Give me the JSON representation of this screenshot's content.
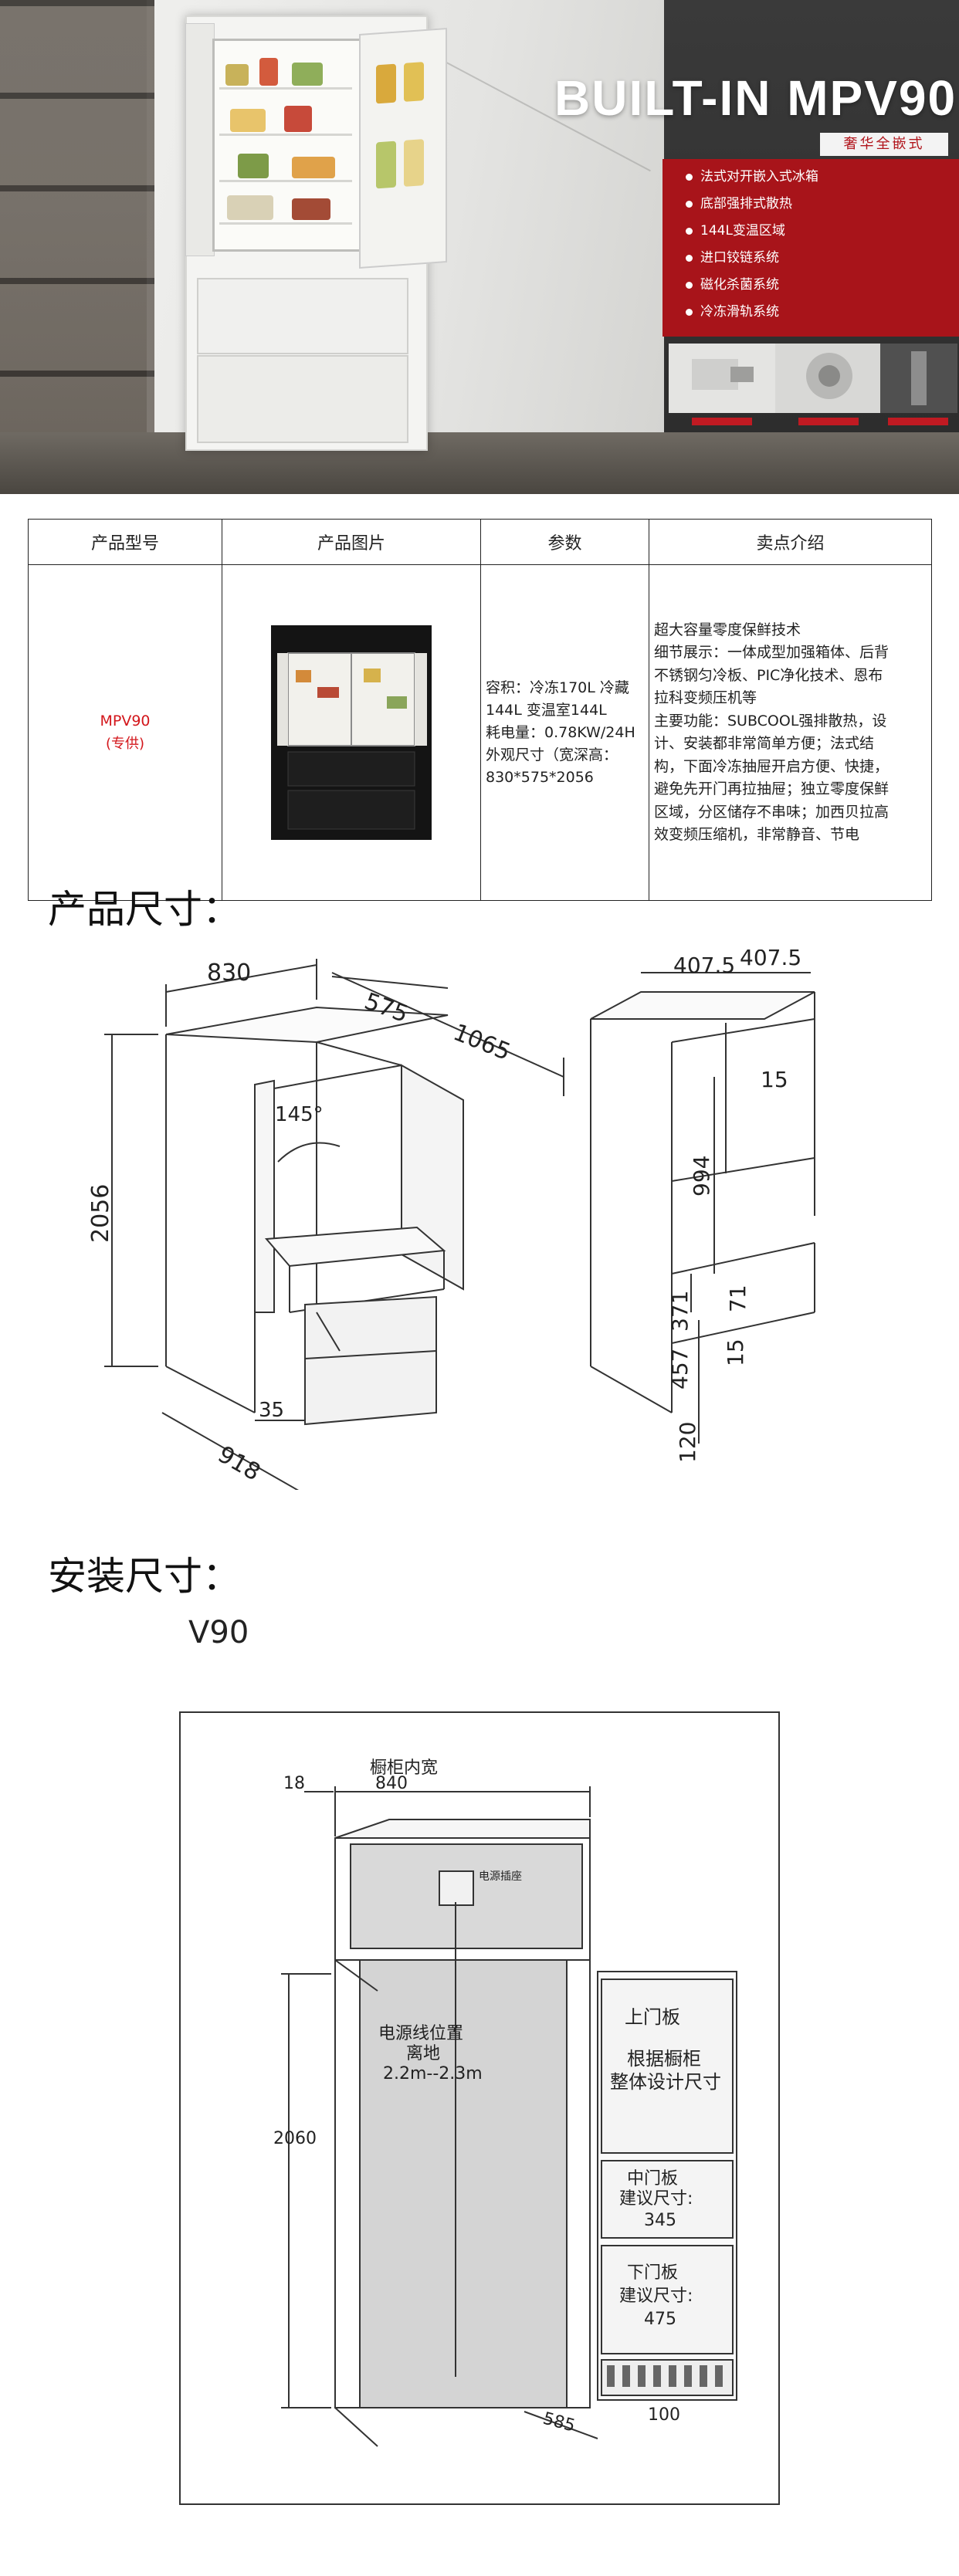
{
  "hero": {
    "title": "BUILT-IN MPV90",
    "badge": "奢华全嵌式",
    "features": [
      "法式对开嵌入式冰箱",
      "底部强排式散热",
      "144L变温区域",
      "进口铰链系统",
      "磁化杀菌系统",
      "冷冻滑轨系统"
    ],
    "accent_color": "#a8141a"
  },
  "table": {
    "headers": [
      "产品型号",
      "产品图片",
      "参数",
      "卖点介绍"
    ],
    "model": "MPV90",
    "model_note": "(专供)",
    "params": [
      "容积：冷冻170L 冷藏",
      "144L 变温室144L",
      "耗电量：0.78KW/24H",
      "外观尺寸（宽深高：",
      "830*575*2056"
    ],
    "selling_points": [
      "超大容量零度保鲜技术",
      "细节展示：一体成型加强箱体、后背",
      "不锈钢匀冷板、PIC净化技术、恩布",
      "拉科变频压机等",
      "主要功能：SUBCOOL强排散热，设",
      "计、安装都非常简单方便；法式结",
      "构，下面冷冻抽屉开启方便、快捷，",
      "避免先开门再拉抽屉；独立零度保鲜",
      "区域，分区储存不串味；加西贝拉高",
      "效变频压缩机，非常静音、节电"
    ]
  },
  "product_size": {
    "heading": "产品尺寸：",
    "dims": {
      "width": "830",
      "depth": "575",
      "depth_open": "1065",
      "height": "2056",
      "angle": "145°",
      "drawer_depth": "918",
      "gap": "35",
      "half_width_left": "407.5",
      "half_width_right": "407.5",
      "side_15_top": "15",
      "upper": "994",
      "mid": "371",
      "mid_small": "71",
      "lower": "457",
      "side_15_bottom": "15",
      "base": "120"
    }
  },
  "install_size": {
    "heading": "安装尺寸：",
    "model": "V90",
    "cabinet_width_label": "橱柜内宽",
    "left_gap": "18",
    "inner_width": "840",
    "socket_label": "电源插座",
    "power_text": [
      "电源线位置",
      "离地",
      "2.2m--2.3m"
    ],
    "height": "2060",
    "depth": "585",
    "upper_panel": [
      "上门板",
      "根据橱柜",
      "整体设计尺寸"
    ],
    "mid_panel": [
      "中门板",
      "建议尺寸:",
      "345"
    ],
    "lower_panel": [
      "下门板",
      "建议尺寸:",
      "475"
    ],
    "bottom": "100"
  }
}
